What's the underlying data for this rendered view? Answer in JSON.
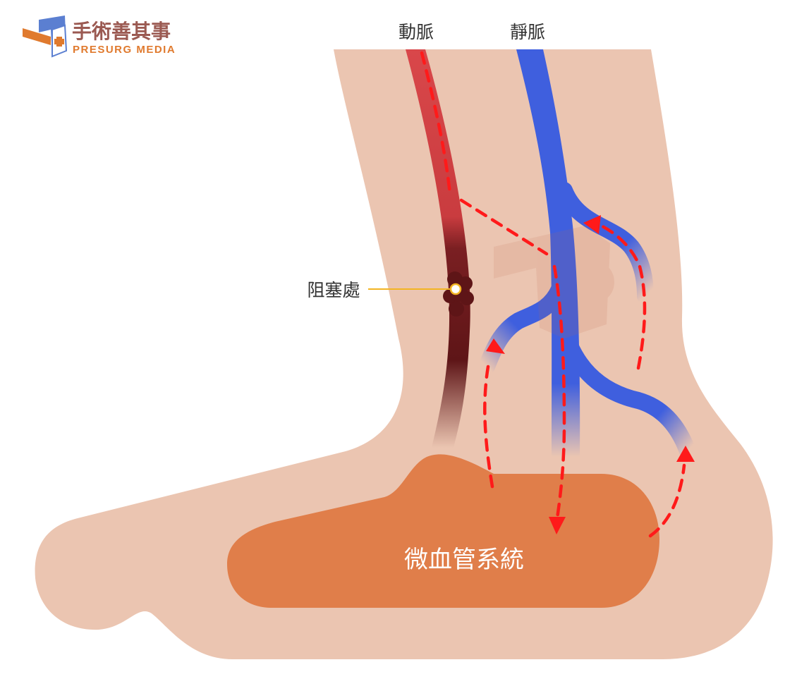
{
  "logo": {
    "name_cn": "手術善其事",
    "name_en": "PRESURG MEDIA"
  },
  "labels": {
    "artery": "動脈",
    "vein": "靜脈",
    "blockage": "阻塞處",
    "capillary": "微血管系統"
  },
  "colors": {
    "skin": "#ebc5b1",
    "artery": "#d9474a",
    "blockage": "#5e1517",
    "vein": "#3f5fde",
    "capillary": "#e07e4a",
    "flow_arrow": "#ff1a1a",
    "leader_line": "#f2b423",
    "brand_brown": "#9b5a52",
    "brand_orange": "#e07a2e"
  },
  "icons": {
    "logo": "book-medical-cross-icon",
    "watermark": "logo-watermark-icon"
  }
}
